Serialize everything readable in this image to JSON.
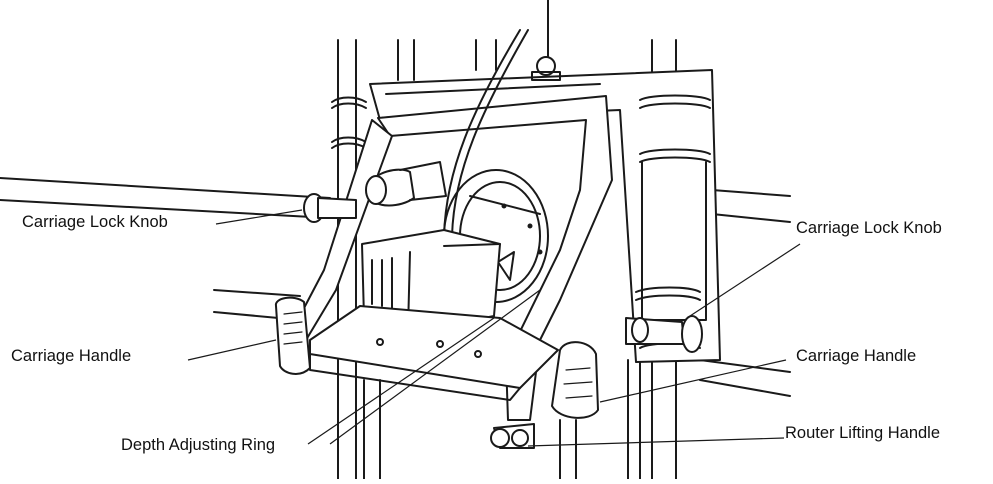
{
  "labels": {
    "carriage_lock_knob_left": "Carriage Lock Knob",
    "carriage_lock_knob_right": "Carriage Lock Knob",
    "carriage_handle_left": "Carriage Handle",
    "carriage_handle_right": "Carriage Handle",
    "depth_adjusting_ring": "Depth Adjusting Ring",
    "router_lifting_handle": "Router Lifting Handle"
  }
}
